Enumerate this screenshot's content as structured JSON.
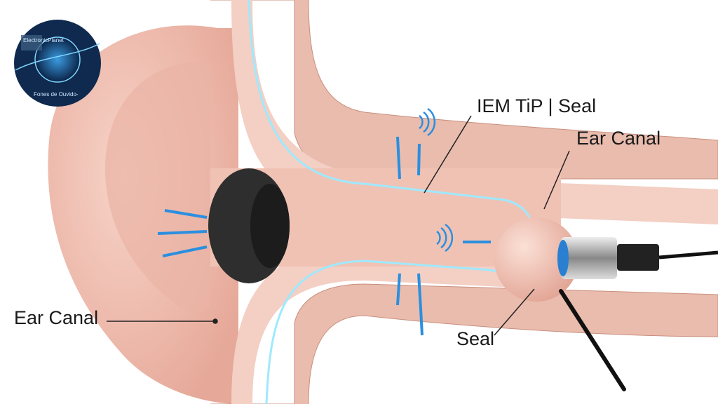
{
  "logo": {
    "title": "ElectronicPlanet",
    "caption": "Fones de Ouvido-"
  },
  "labels": {
    "iem_tip_seal": "IEM TiP | Seal",
    "ear_canal_right": "Ear Canal",
    "seal": "Seal",
    "ear_canal_left": "Ear Canal"
  },
  "colors": {
    "skin": "#f2c4b8",
    "tissue": "#e9b9a8",
    "arrow": "#2a8fe0",
    "foam": "#2e2e2e"
  }
}
